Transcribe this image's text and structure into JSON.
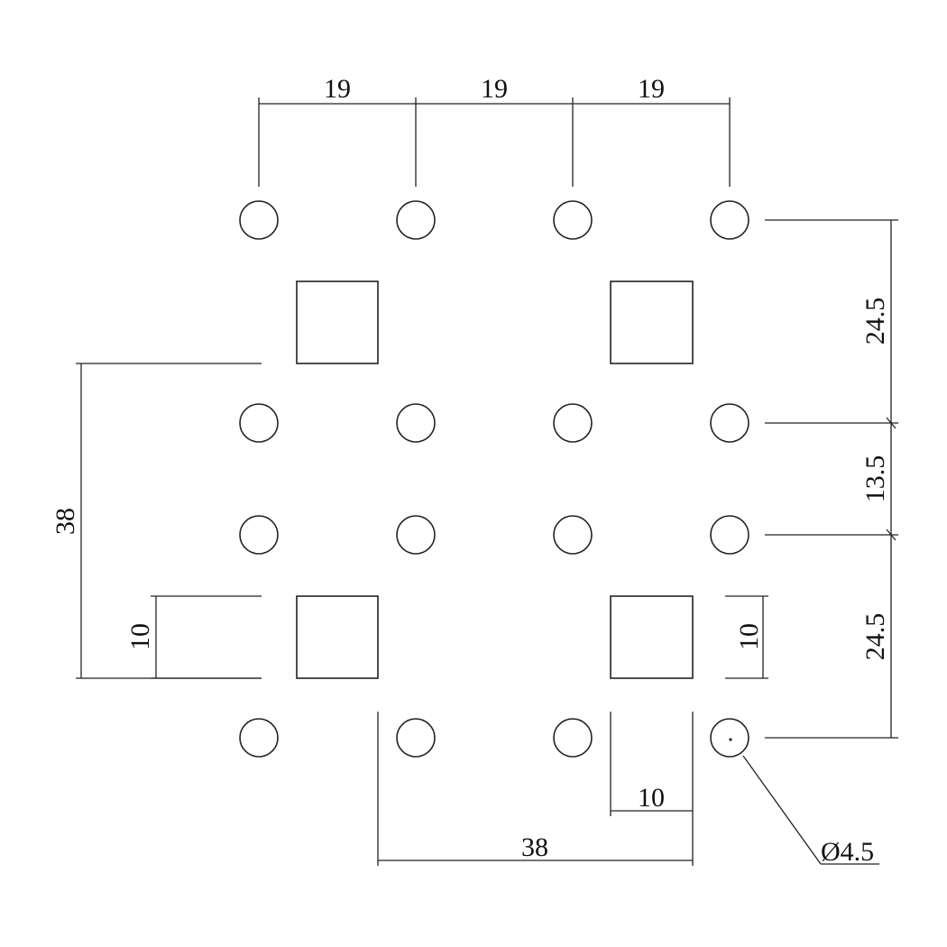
{
  "drawing": {
    "line_color": "#222222",
    "text_color": "#111111",
    "background": "#ffffff",
    "hole_count": 16,
    "square_count": 4
  },
  "dimensions": {
    "top_pitch_1": "19",
    "top_pitch_2": "19",
    "top_pitch_3": "19",
    "right_upper": "24.5",
    "right_middle": "13.5",
    "right_lower": "24.5",
    "left_span": "38",
    "left_square": "10",
    "right_square": "10",
    "bottom_square": "10",
    "bottom_span": "38",
    "hole_diameter": "Ø4.5"
  }
}
